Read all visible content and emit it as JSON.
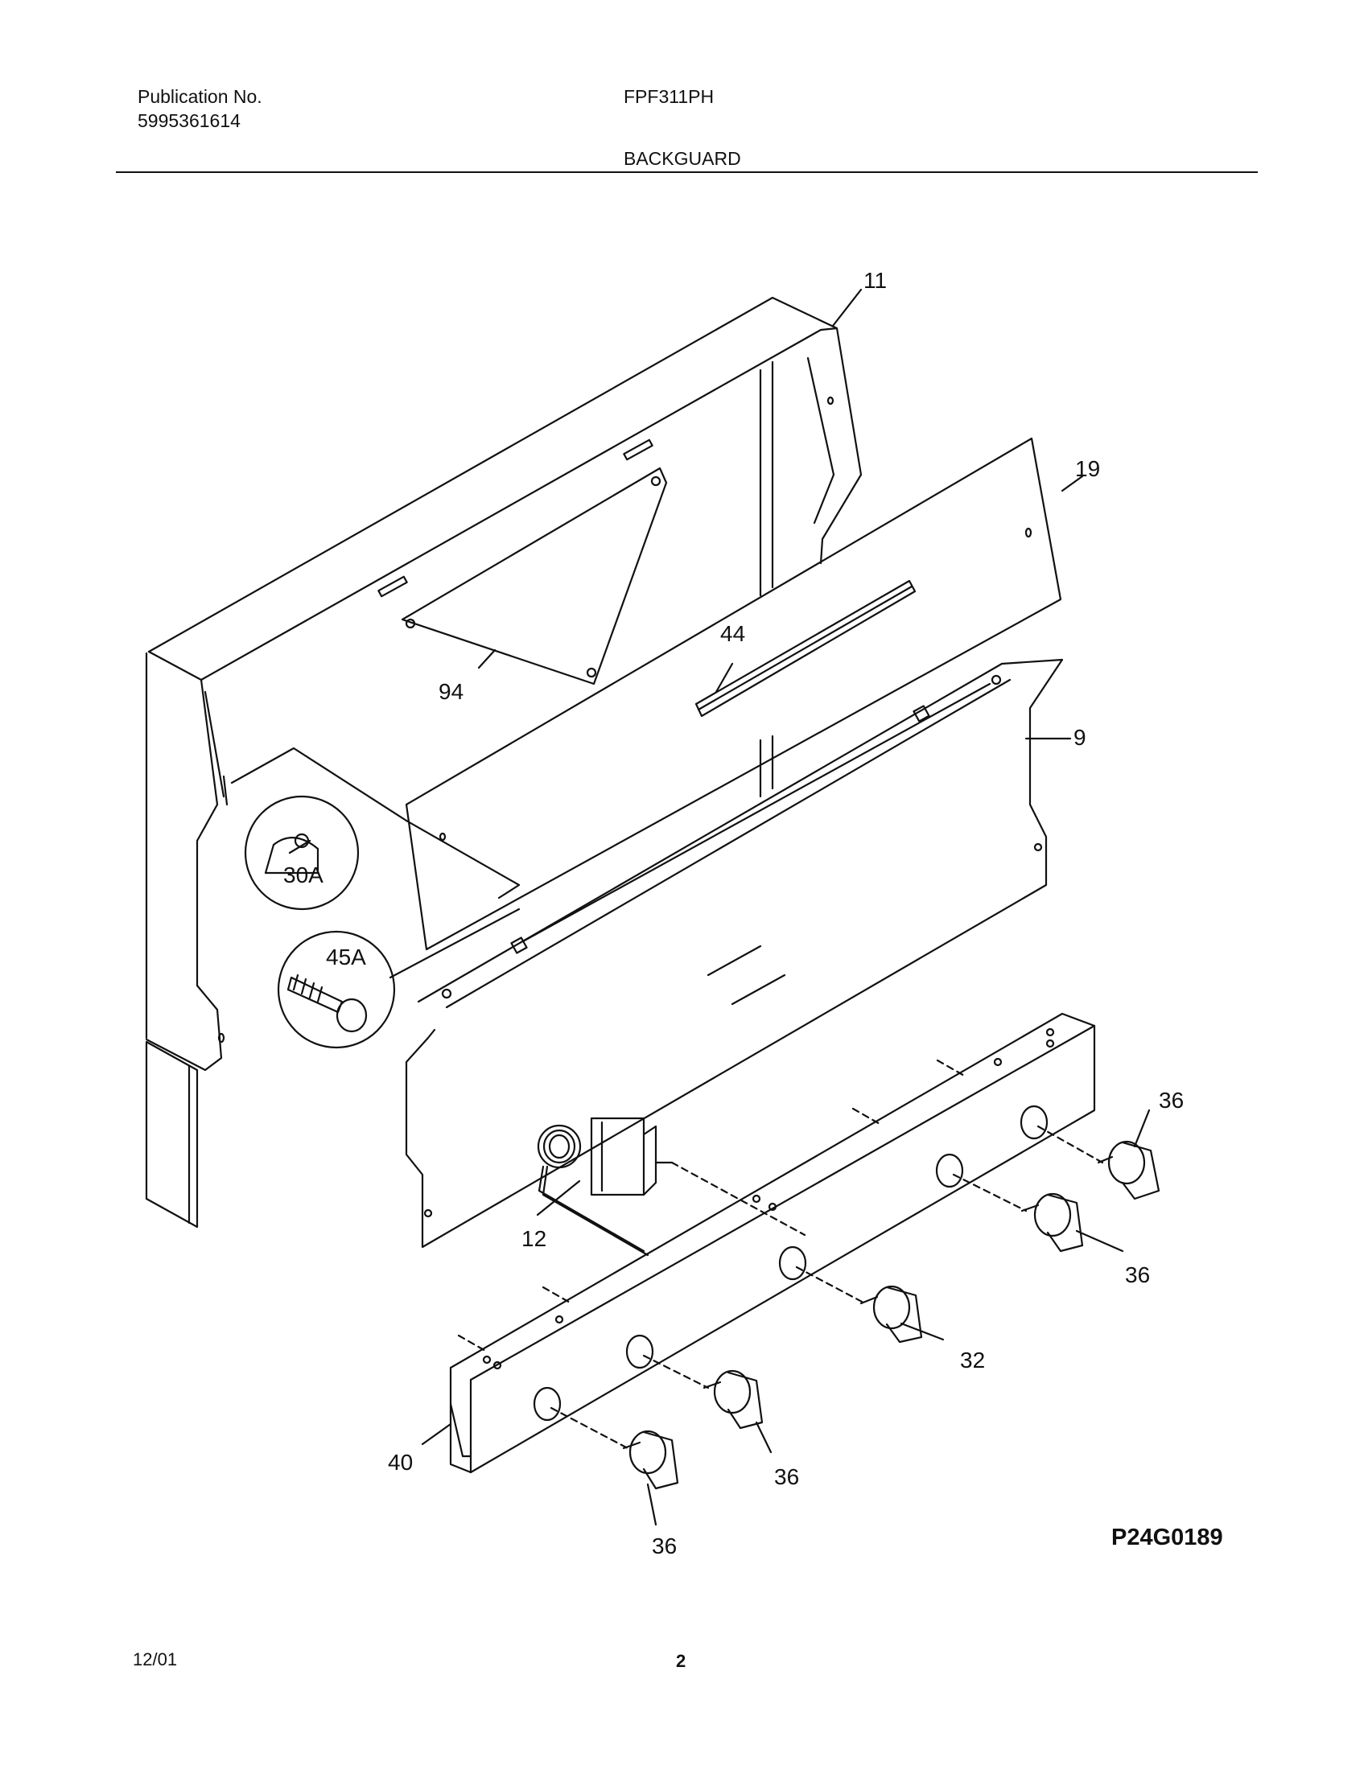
{
  "header": {
    "publication_label": "Publication No.",
    "publication_number": "5995361614",
    "model": "FPF311PH",
    "section_title": "BACKGUARD"
  },
  "callouts": {
    "backguard_panel": "11",
    "control_panel_trim": "19",
    "bracket": "9",
    "trim_strip": "44",
    "cover_plate": "94",
    "wing_nut": "30A",
    "screw": "45A",
    "thermostat": "12",
    "knob_right": "36",
    "knob_right_lower": "36",
    "oven_knob": "32",
    "knob_middle": "36",
    "knob_left": "36",
    "manifold_panel": "40"
  },
  "footer": {
    "date": "12/01",
    "page_number": "2",
    "drawing_number": "P24G0189"
  }
}
